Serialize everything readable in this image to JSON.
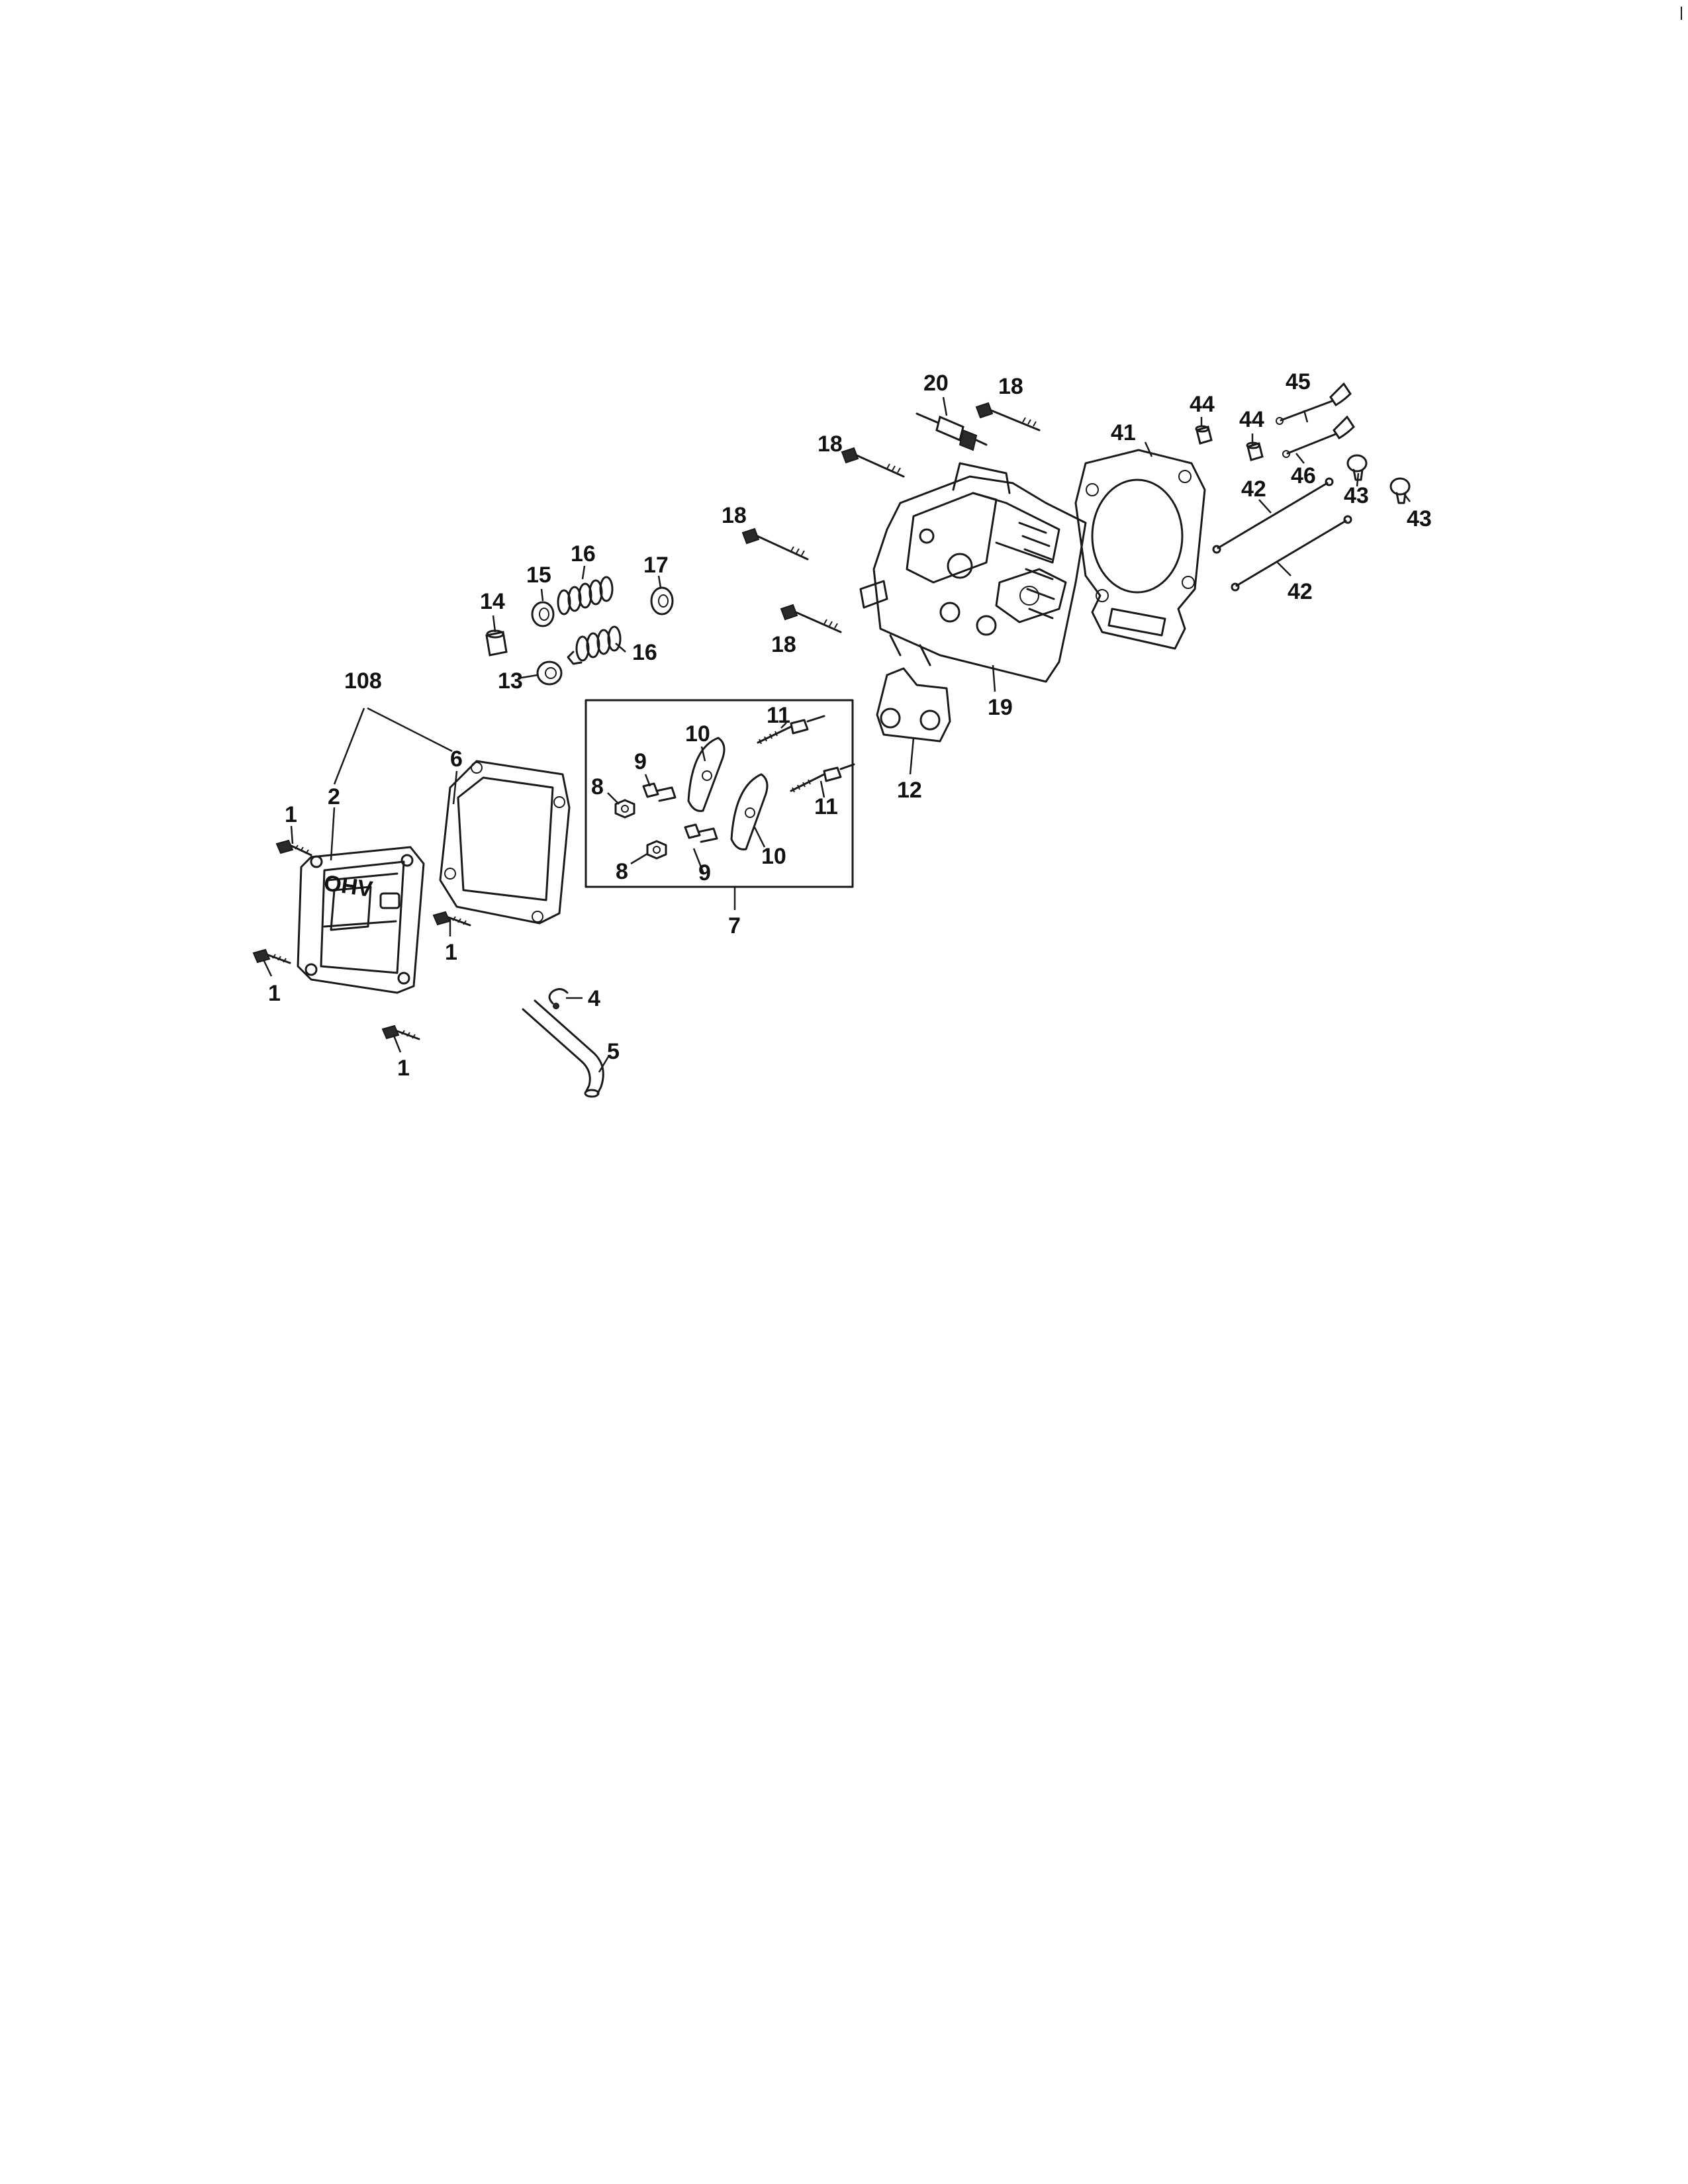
{
  "diagram": {
    "cover_logo": "OHV",
    "callouts": {
      "c1a": "1",
      "c1b": "1",
      "c1c": "1",
      "c1d": "1",
      "c2": "2",
      "c4": "4",
      "c5": "5",
      "c6": "6",
      "c7": "7",
      "c8a": "8",
      "c8b": "8",
      "c9a": "9",
      "c9b": "9",
      "c10a": "10",
      "c10b": "10",
      "c11a": "11",
      "c11b": "11",
      "c12": "12",
      "c13": "13",
      "c14": "14",
      "c15": "15",
      "c16a": "16",
      "c16b": "16",
      "c17": "17",
      "c18a": "18",
      "c18b": "18",
      "c18c": "18",
      "c18d": "18",
      "c19": "19",
      "c20": "20",
      "c41": "41",
      "c42a": "42",
      "c42b": "42",
      "c43a": "43",
      "c43b": "43",
      "c44a": "44",
      "c44b": "44",
      "c45": "45",
      "c46": "46",
      "c108": "108"
    }
  }
}
